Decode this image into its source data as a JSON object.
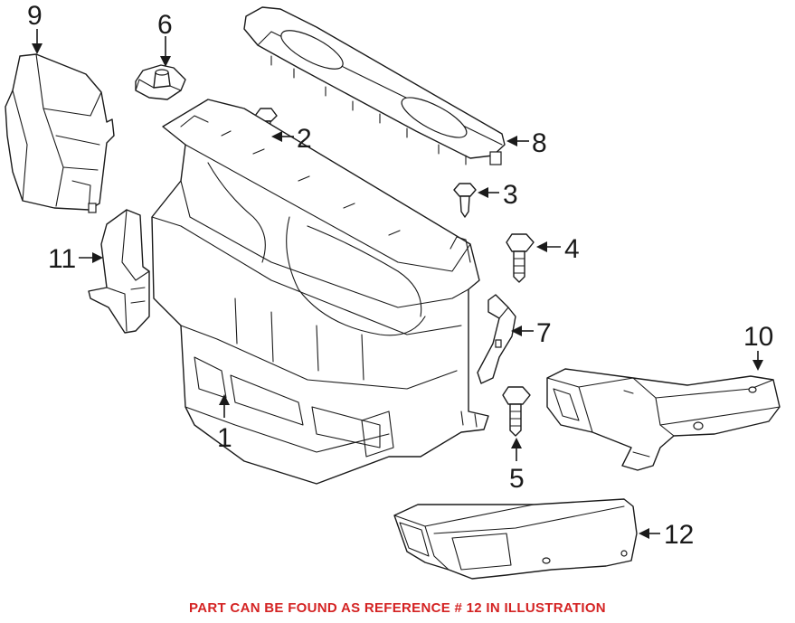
{
  "diagram": {
    "callouts": [
      {
        "id": "1",
        "label": "1"
      },
      {
        "id": "2",
        "label": "2"
      },
      {
        "id": "3",
        "label": "3"
      },
      {
        "id": "4",
        "label": "4"
      },
      {
        "id": "5",
        "label": "5"
      },
      {
        "id": "6",
        "label": "6"
      },
      {
        "id": "7",
        "label": "7"
      },
      {
        "id": "8",
        "label": "8"
      },
      {
        "id": "9",
        "label": "9"
      },
      {
        "id": "10",
        "label": "10"
      },
      {
        "id": "11",
        "label": "11"
      },
      {
        "id": "12",
        "label": "12"
      }
    ],
    "line_color": "#1a1a1a"
  },
  "footer": {
    "note": "PART CAN BE FOUND AS REFERENCE # 12 IN ILLUSTRATION",
    "note_color": "#d42323"
  }
}
